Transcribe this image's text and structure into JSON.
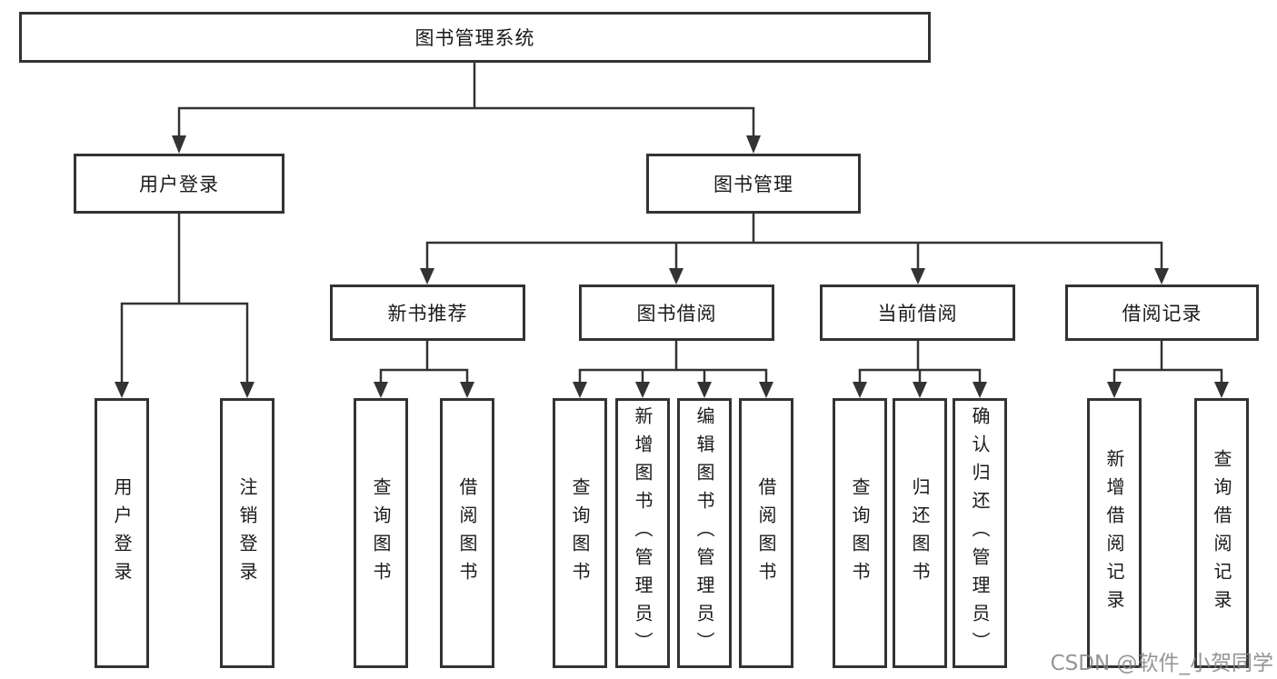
{
  "diagram": {
    "title": "图书管理系统",
    "root": {
      "label": "图书管理系统"
    },
    "level2": {
      "user_login": {
        "label": "用户登录"
      },
      "book_mgmt": {
        "label": "图书管理"
      }
    },
    "level3": {
      "new_books": {
        "label": "新书推荐"
      },
      "borrowing": {
        "label": "图书借阅"
      },
      "current": {
        "label": "当前借阅"
      },
      "records": {
        "label": "借阅记录"
      }
    },
    "leaves": {
      "login": "用户登录",
      "logout": "注销登录",
      "nb_query": "查询图书",
      "nb_borrow": "借阅图书",
      "bw_query": "查询图书",
      "bw_add": "新增图书（管理员）",
      "bw_edit": "编辑图书（管理员）",
      "bw_borrow": "借阅图书",
      "cur_query": "查询图书",
      "cur_return": "归还图书",
      "cur_confirm": "确认归还（管理员）",
      "rec_add": "新增借阅记录",
      "rec_query": "查询借阅记录"
    }
  },
  "watermark": {
    "text": "CSDN @软件_小贺同学"
  },
  "colors": {
    "line": "#333333",
    "box_border": "#333333",
    "background": "#ffffff",
    "text": "#1a1a1a",
    "watermark": "#828282"
  }
}
